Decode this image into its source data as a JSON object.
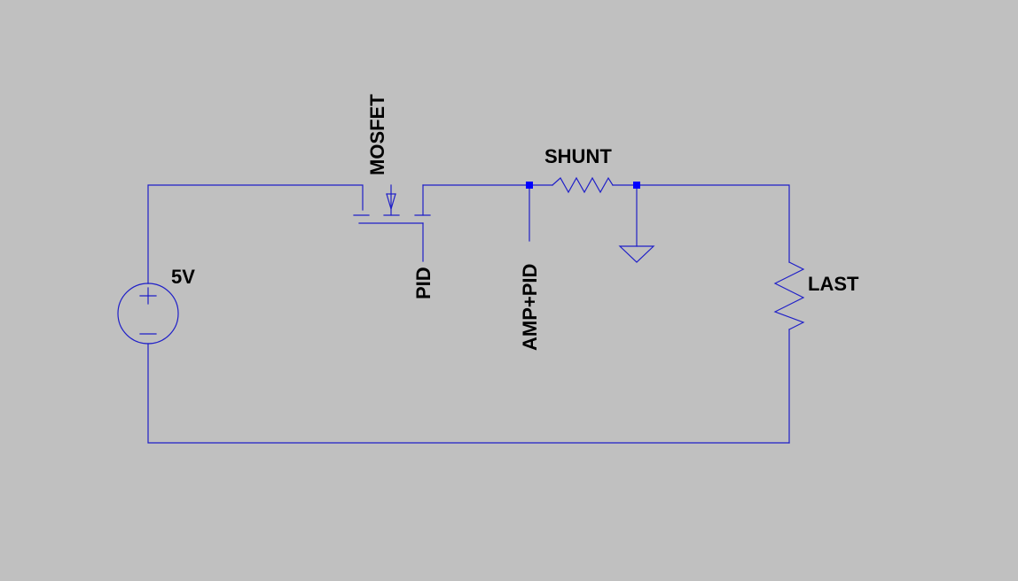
{
  "schematic": {
    "background_color": "#c0c0c0",
    "wire_color": "#1f1fc8",
    "junction_color": "#0000ff",
    "components": {
      "voltage_source": {
        "label": "5V",
        "plus_symbol": "+",
        "minus_symbol": "−"
      },
      "mosfet": {
        "label": "MOSFET"
      },
      "gate_net": {
        "label": "PID"
      },
      "sense_net": {
        "label": "AMP+PID"
      },
      "shunt_resistor": {
        "label": "SHUNT"
      },
      "load_resistor": {
        "label": "LAST"
      },
      "ground": {
        "icon": "ground-icon"
      }
    }
  }
}
